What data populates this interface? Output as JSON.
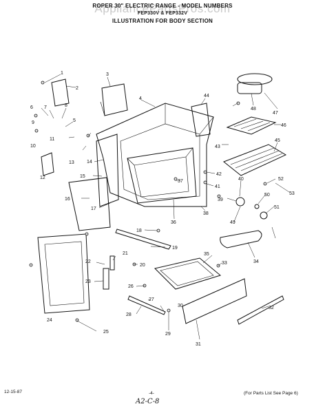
{
  "watermark": "AppliancePartsPros.com",
  "header": {
    "title": "ROPER 30\" ELECTRIC RANGE - MODEL NUMBERS",
    "models": "FEP330V & FEP332V",
    "subtitle": "ILLUSTRATION FOR BODY SECTION"
  },
  "footer": {
    "date": "12-15-87",
    "page": "-4-",
    "note": "(For Parts List See Page 6)",
    "handwritten": "A2-C-8"
  },
  "callouts": [
    "1",
    "2",
    "3",
    "4",
    "5",
    "6",
    "7",
    "8",
    "9",
    "10",
    "11",
    "12",
    "13",
    "14",
    "15",
    "16",
    "17",
    "18",
    "19",
    "20",
    "21",
    "22",
    "23",
    "24",
    "25",
    "26",
    "27",
    "28",
    "29",
    "30",
    "31",
    "32",
    "33",
    "34",
    "35",
    "36",
    "37",
    "38",
    "39",
    "40",
    "41",
    "42",
    "43",
    "44",
    "45",
    "46",
    "47",
    "48",
    "49",
    "50",
    "51",
    "52",
    "53"
  ]
}
